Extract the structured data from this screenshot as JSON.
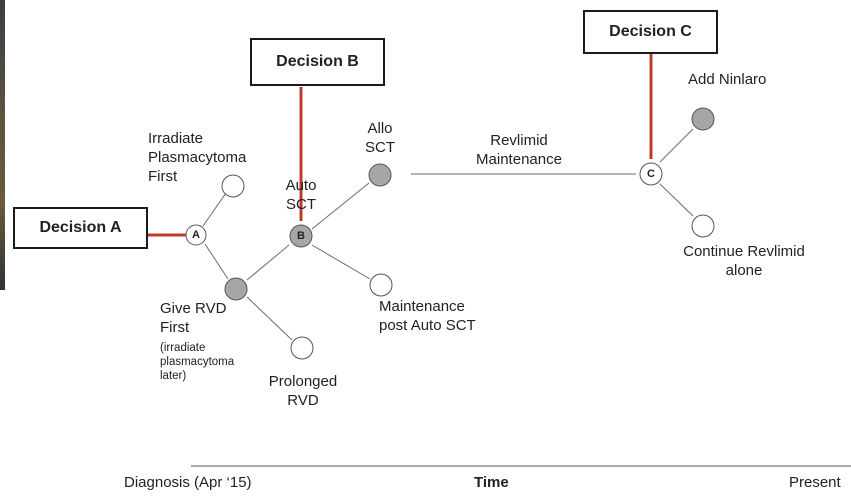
{
  "decisions": {
    "a": {
      "label": "Decision A"
    },
    "b": {
      "label": "Decision B"
    },
    "c": {
      "label": "Decision C"
    }
  },
  "nodes": {
    "a": {
      "letter": "A"
    },
    "b": {
      "letter": "B"
    },
    "c": {
      "letter": "C"
    }
  },
  "options": {
    "irradiate_first": [
      "Irradiate",
      "Plasmacytoma",
      "First"
    ],
    "give_rvd_first": [
      "Give RVD",
      "First"
    ],
    "give_rvd_note": [
      "(irradiate",
      "plasmacytoma",
      "later)"
    ],
    "prolonged_rvd": [
      "Prolonged",
      "RVD"
    ],
    "auto_sct": [
      "Auto",
      "SCT"
    ],
    "allo_sct": [
      "Allo",
      "SCT"
    ],
    "maintenance_post_auto": [
      "Maintenance",
      "post Auto SCT"
    ],
    "revlimid_maintenance": [
      "Revlimid",
      "Maintenance"
    ],
    "add_ninlaro": "Add Ninlaro",
    "continue_revlimid": [
      "Continue Revlimid",
      "alone"
    ]
  },
  "timeline": {
    "start": "Diagnosis (Apr ‘15)",
    "middle": "Time",
    "end": "Present"
  },
  "colors": {
    "decision_connector": "#c0392b",
    "chosen_node_fill": "#a6a6a6",
    "open_node_fill": "#ffffff",
    "edge": "#6b6b6b"
  }
}
